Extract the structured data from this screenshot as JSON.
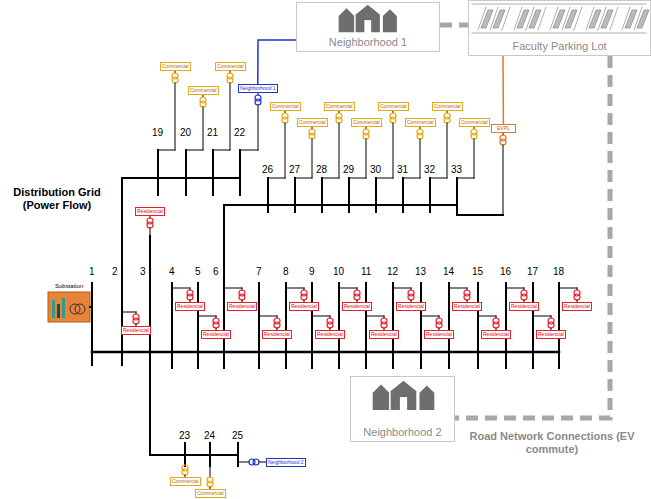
{
  "diagram": {
    "title": "Distribution Grid (Power Flow)",
    "nodes": [
      {
        "text": [
          "Neighborhood 1"
        ]
      },
      {
        "text": [
          "Faculty Parking Lot"
        ]
      },
      {
        "text": [
          "Neighborhood 1"
        ]
      },
      {
        "text": [
          "Commercial"
        ]
      },
      {
        "text": [
          "Commercial"
        ]
      },
      {
        "text": [
          "Commercial"
        ]
      },
      {
        "text": [
          "Commercial"
        ]
      },
      {
        "text": [
          "Commercial"
        ]
      },
      {
        "text": [
          "Commercial"
        ]
      },
      {
        "text": [
          "Commercial"
        ]
      },
      {
        "text": [
          "Commercial"
        ]
      },
      {
        "text": [
          "Commercial"
        ]
      },
      {
        "text": [
          "Commercial"
        ]
      },
      {
        "text": [
          "Commercial"
        ]
      },
      {
        "text": [
          "EVPL"
        ]
      },
      {
        "text": [
          "Residencial"
        ]
      },
      {
        "text": [
          "Residencial"
        ]
      },
      {
        "text": [
          "Residencial"
        ]
      },
      {
        "text": [
          "Residencial"
        ]
      },
      {
        "text": [
          "Residencial"
        ]
      },
      {
        "text": [
          "Residencial"
        ]
      },
      {
        "text": [
          "Residencial"
        ]
      },
      {
        "text": [
          "Residencial"
        ]
      },
      {
        "text": [
          "Residencial"
        ]
      },
      {
        "text": [
          "Residencial"
        ]
      },
      {
        "text": [
          "Residencial"
        ]
      },
      {
        "text": [
          "Residencial"
        ]
      },
      {
        "text": [
          "Residencial"
        ]
      },
      {
        "text": [
          "Residencial"
        ]
      },
      {
        "text": [
          "Residencial"
        ]
      },
      {
        "text": [
          "Residencial"
        ]
      },
      {
        "text": [
          "Residencial"
        ]
      },
      {
        "text": [
          "Commercial"
        ]
      },
      {
        "text": [
          "Commercial"
        ]
      },
      {
        "text": [
          "Neighborhood 2"
        ]
      },
      {
        "text": [
          "Neighborhood 2"
        ]
      }
    ],
    "edges": [
      {
        "from": 0,
        "to": 1,
        "arrow": "none"
      },
      {
        "from": 1,
        "to": 35,
        "arrow": "none"
      },
      {
        "from": 2,
        "to": 0,
        "arrow": "none"
      },
      {
        "from": 14,
        "to": 1,
        "arrow": "none"
      }
    ],
    "labels": [
      "Substation",
      "1",
      "2",
      "3",
      "4",
      "5",
      "6",
      "7",
      "8",
      "9",
      "10",
      "11",
      "12",
      "13",
      "14",
      "15",
      "16",
      "17",
      "18",
      "19",
      "20",
      "21",
      "22",
      "23",
      "24",
      "25",
      "26",
      "27",
      "28",
      "29",
      "30",
      "31",
      "32",
      "33",
      "Road Network Connections (EV commute)"
    ]
  }
}
